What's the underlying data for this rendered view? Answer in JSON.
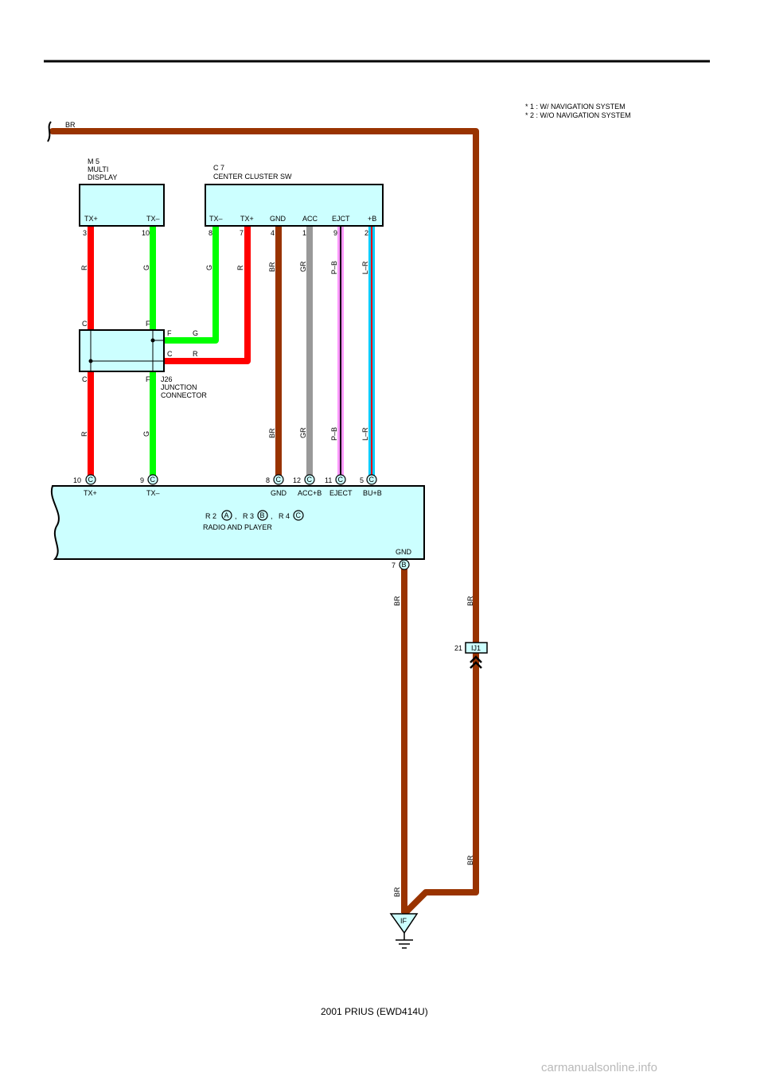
{
  "notes": {
    "note1": "*  1 : W/ NAVIGATION SYSTEM",
    "note2": "*  2 : W/O NAVIGATION SYSTEM"
  },
  "top_wire_color": "BR",
  "m5": {
    "code": "M 5",
    "name1": "MULTI",
    "name2": "DISPLAY",
    "pins": [
      {
        "label": "TX+",
        "num": "3",
        "wire": "R"
      },
      {
        "label": "TX–",
        "num": "10",
        "wire": "G"
      }
    ]
  },
  "c7": {
    "code": "C 7",
    "name": "CENTER CLUSTER SW",
    "pins": [
      {
        "label": "TX–",
        "num": "8",
        "wire": "G"
      },
      {
        "label": "TX+",
        "num": "7",
        "wire": "R"
      },
      {
        "label": "GND",
        "num": "4",
        "wire": "BR"
      },
      {
        "label": "ACC",
        "num": "1",
        "wire": "GR"
      },
      {
        "label": "EJCT",
        "num": "9",
        "wire": "P–B"
      },
      {
        "label": "+B",
        "num": "2",
        "wire": "L–R"
      }
    ]
  },
  "j26": {
    "code": "J26",
    "name1": "JUNCTION",
    "name2": "CONNECTOR",
    "top_c": "C",
    "top_f": "F",
    "bot_c": "C",
    "bot_f": "F",
    "right_f": "F",
    "right_c": "C",
    "right_g": "G",
    "right_r": "R"
  },
  "lower_wires": [
    "R",
    "G",
    "BR",
    "GR",
    "P–B",
    "L–R"
  ],
  "radio": {
    "pins": [
      {
        "num": "10",
        "conn": "C",
        "label": "TX+"
      },
      {
        "num": "9",
        "conn": "C",
        "label": "TX–"
      },
      {
        "num": "8",
        "conn": "C",
        "label": "GND"
      },
      {
        "num": "12",
        "conn": "C",
        "label": "ACC+B"
      },
      {
        "num": "11",
        "conn": "C",
        "label": "EJECT"
      },
      {
        "num": "5",
        "conn": "C",
        "label": "BU+B"
      }
    ],
    "connectors": [
      {
        "code": "R 2",
        "letter": "A"
      },
      {
        "code": "R 3",
        "letter": "B"
      },
      {
        "code": "R 4",
        "letter": "C"
      }
    ],
    "sep": ",",
    "name": "RADIO AND PLAYER",
    "gnd_label": "GND",
    "gnd_num": "7",
    "gnd_conn": "B"
  },
  "ground_wire_labels": [
    "BR",
    "BR"
  ],
  "right_wire_labels": [
    "BR",
    "BR"
  ],
  "ij1": {
    "num": "21",
    "code": "IJ1"
  },
  "ground_point": "IF",
  "footer": "2001 PRIUS (EWD414U)",
  "watermark": "carmanualsonline.info",
  "colors": {
    "connector_fill": "#ccffff",
    "BR": "#993300",
    "R": "#ff0000",
    "G": "#00ff00",
    "GR": "#999999",
    "P": "#ff99ff",
    "B": "#000000",
    "L": "#00ccff"
  }
}
